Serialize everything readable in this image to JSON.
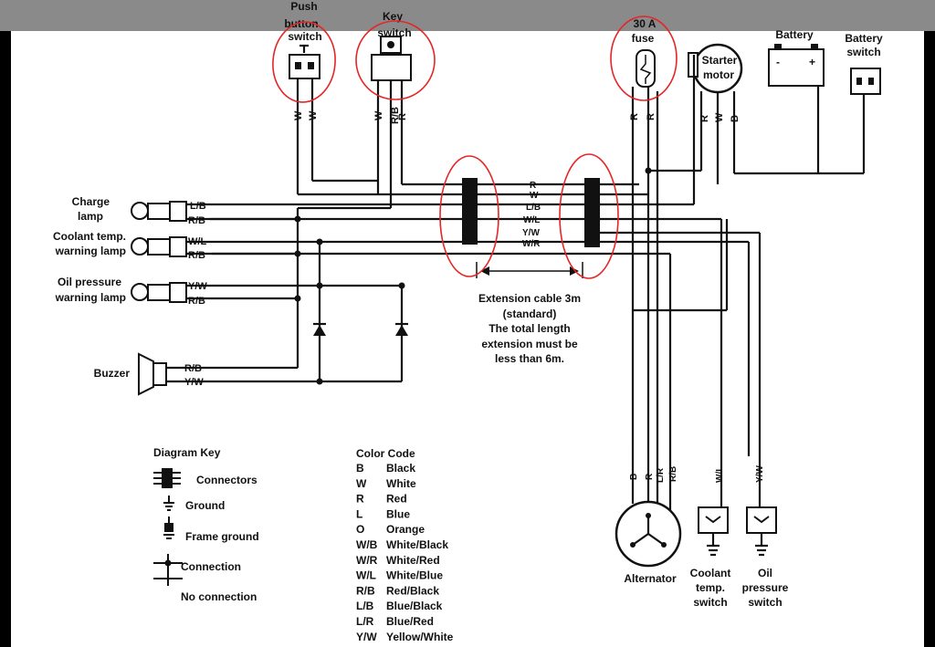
{
  "components": {
    "push_button_switch": [
      "Push",
      "button",
      "switch"
    ],
    "key_switch": [
      "Key",
      "switch"
    ],
    "fuse": [
      "30 A",
      "fuse"
    ],
    "starter_motor": [
      "Starter",
      "motor"
    ],
    "battery": "Battery",
    "battery_switch": [
      "Battery",
      "switch"
    ],
    "charge_lamp": [
      "Charge",
      "lamp"
    ],
    "coolant_lamp": [
      "Coolant temp.",
      "warning lamp"
    ],
    "oil_lamp": [
      "Oil pressure",
      "warning lamp"
    ],
    "buzzer": "Buzzer",
    "alternator": "Alternator",
    "coolant_switch": [
      "Coolant",
      "temp.",
      "switch"
    ],
    "oil_switch": [
      "Oil",
      "pressure",
      "switch"
    ]
  },
  "wire_labels": {
    "push_button": [
      "W",
      "W"
    ],
    "key_switch": [
      "W",
      "R/B",
      "R"
    ],
    "fuse": [
      "R",
      "R"
    ],
    "starter": [
      "R",
      "W",
      "B"
    ],
    "bundle": [
      "R",
      "W",
      "L/B",
      "W/L",
      "Y/W",
      "W/R"
    ],
    "charge_lamp": [
      "L/B",
      "R/B"
    ],
    "coolant_lamp": [
      "W/L",
      "R/B"
    ],
    "oil_lamp": [
      "Y/W",
      "R/B"
    ],
    "buzzer": [
      "R/B",
      "Y/W"
    ],
    "alternator": [
      "B",
      "R",
      "L/R",
      "R/B"
    ],
    "coolant_switch": "W/L",
    "oil_switch": "Y/W"
  },
  "extension_note": [
    "Extension cable 3m",
    "(standard)",
    "The total length",
    "extension must be",
    "less than 6m."
  ],
  "diagram_key": {
    "title": "Diagram Key",
    "items": [
      "Connectors",
      "Ground",
      "Frame ground",
      "Connection",
      "No connection"
    ]
  },
  "color_code": {
    "title": "Color Code",
    "rows": [
      {
        "code": "B",
        "name": "Black"
      },
      {
        "code": "W",
        "name": "White"
      },
      {
        "code": "R",
        "name": "Red"
      },
      {
        "code": "L",
        "name": "Blue"
      },
      {
        "code": "O",
        "name": "Orange"
      },
      {
        "code": "W/B",
        "name": "White/Black"
      },
      {
        "code": "W/R",
        "name": "White/Red"
      },
      {
        "code": "W/L",
        "name": "White/Blue"
      },
      {
        "code": "R/B",
        "name": "Red/Black"
      },
      {
        "code": "L/B",
        "name": "Blue/Black"
      },
      {
        "code": "L/R",
        "name": "Blue/Red"
      },
      {
        "code": "Y/W",
        "name": "Yellow/White"
      }
    ]
  },
  "colors": {
    "paper": "#ffffff",
    "ink": "#111111",
    "annotation": "#e32626",
    "top_bar": "#8a8a8a"
  }
}
